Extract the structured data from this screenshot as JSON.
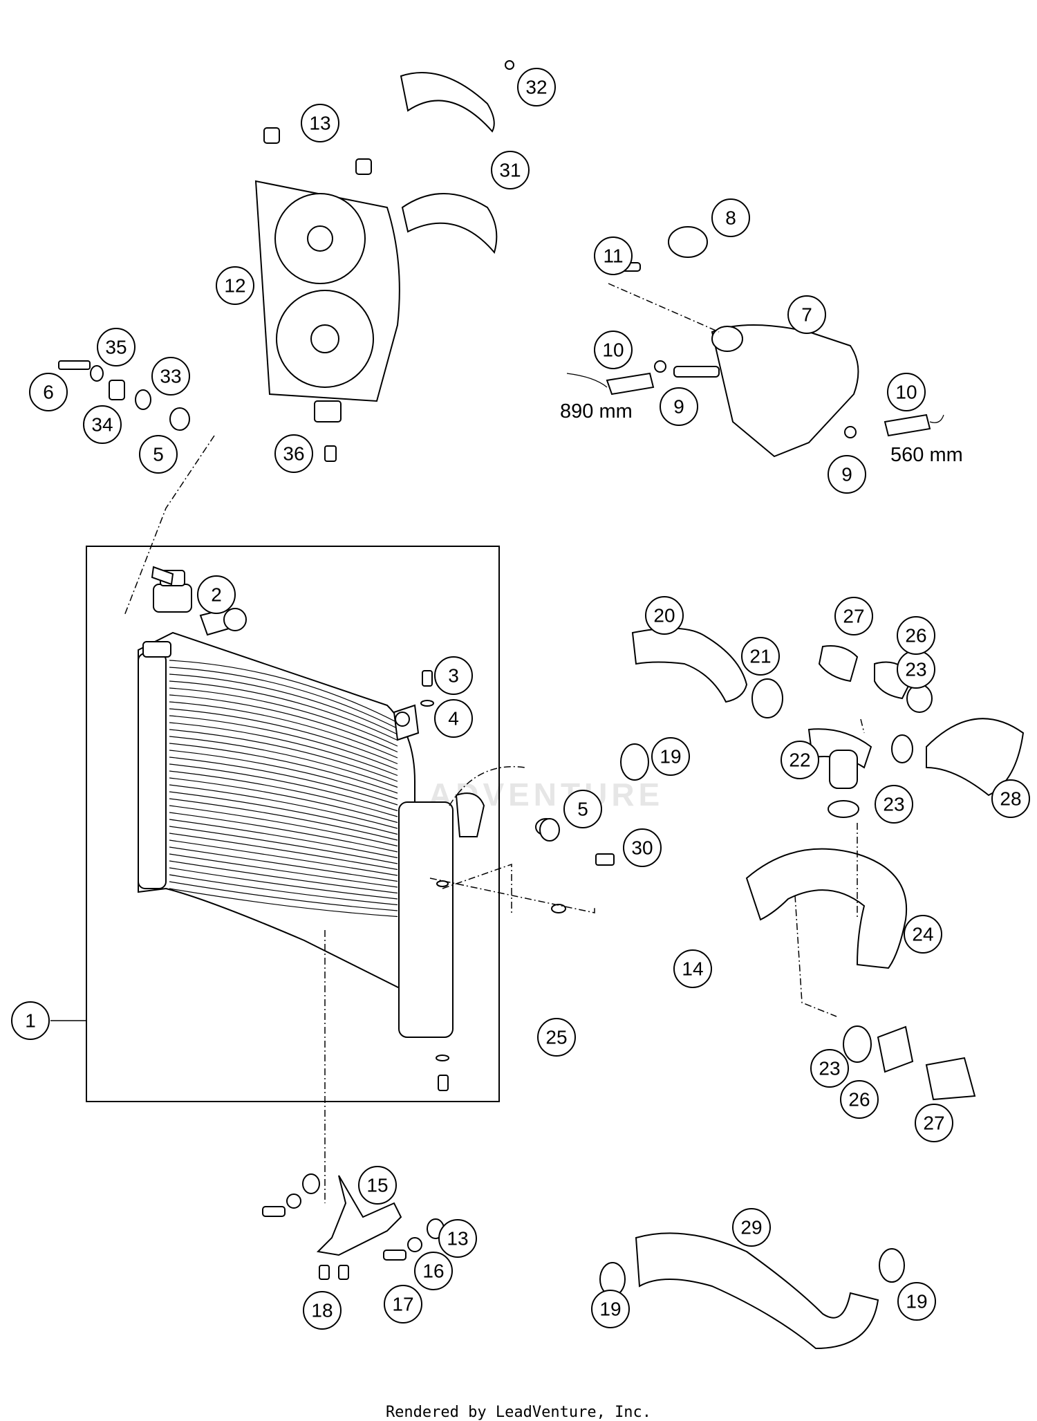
{
  "callouts": [
    {
      "num": "1"
    },
    {
      "num": "2"
    },
    {
      "num": "3"
    },
    {
      "num": "4"
    },
    {
      "num": "5"
    },
    {
      "num": "5"
    },
    {
      "num": "6"
    },
    {
      "num": "7"
    },
    {
      "num": "8"
    },
    {
      "num": "9"
    },
    {
      "num": "9"
    },
    {
      "num": "10"
    },
    {
      "num": "10"
    },
    {
      "num": "11"
    },
    {
      "num": "12"
    },
    {
      "num": "13"
    },
    {
      "num": "13"
    },
    {
      "num": "14"
    },
    {
      "num": "15"
    },
    {
      "num": "16"
    },
    {
      "num": "17"
    },
    {
      "num": "18"
    },
    {
      "num": "19"
    },
    {
      "num": "19"
    },
    {
      "num": "19"
    },
    {
      "num": "20"
    },
    {
      "num": "21"
    },
    {
      "num": "22"
    },
    {
      "num": "23"
    },
    {
      "num": "23"
    },
    {
      "num": "23"
    },
    {
      "num": "24"
    },
    {
      "num": "25"
    },
    {
      "num": "26"
    },
    {
      "num": "26"
    },
    {
      "num": "27"
    },
    {
      "num": "27"
    },
    {
      "num": "28"
    },
    {
      "num": "29"
    },
    {
      "num": "30"
    },
    {
      "num": "31"
    },
    {
      "num": "32"
    },
    {
      "num": "33"
    },
    {
      "num": "34"
    },
    {
      "num": "35"
    },
    {
      "num": "36"
    }
  ],
  "dimensions": {
    "hose_left_length": "890 mm",
    "hose_right_length": "560 mm"
  },
  "watermark_text": "ADVENTURE",
  "footer": "Rendered by LeadVenture, Inc."
}
